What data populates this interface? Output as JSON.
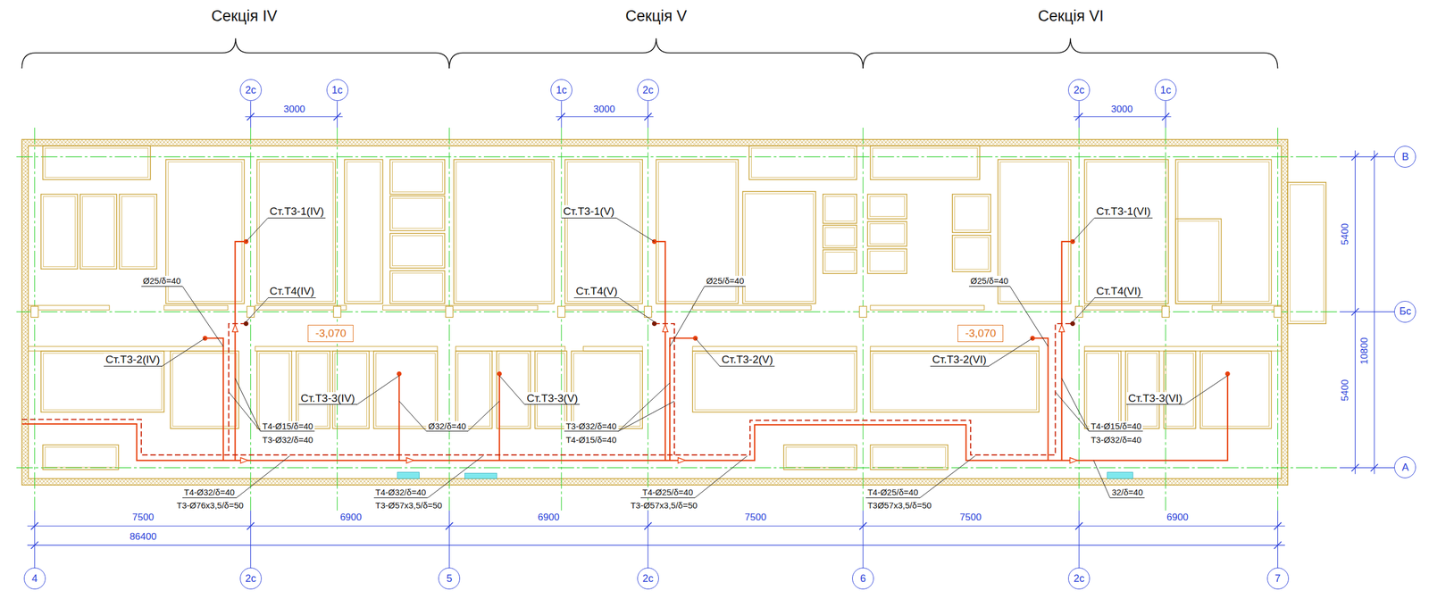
{
  "diagram": {
    "nodes": [
      {
        "text": [
          "2с"
        ]
      },
      {
        "text": [
          "1с"
        ]
      },
      {
        "text": [
          "1с"
        ]
      },
      {
        "text": [
          "2с"
        ]
      },
      {
        "text": [
          "2с"
        ]
      },
      {
        "text": [
          "1с"
        ]
      },
      {
        "text": [
          "В"
        ]
      },
      {
        "text": [
          "Бс"
        ]
      },
      {
        "text": [
          "-3,070"
        ]
      },
      {
        "text": [
          "-3,070"
        ]
      },
      {
        "text": [
          "А"
        ]
      },
      {
        "text": [
          "4"
        ]
      },
      {
        "text": [
          "2с"
        ]
      },
      {
        "text": [
          "5"
        ]
      },
      {
        "text": [
          "2с"
        ]
      },
      {
        "text": [
          "6"
        ]
      },
      {
        "text": [
          "2с"
        ]
      },
      {
        "text": [
          "7"
        ]
      }
    ],
    "labels": [
      "Секція IV",
      "Секція V",
      "Секція VI",
      "3000",
      "3000",
      "3000",
      "5400",
      "5400",
      "10800",
      "Ст.Т3-1(IV)",
      "Ст.Т4(IV)",
      "Ст.Т3-2(IV)",
      "Ст.Т3-3(IV)",
      "Ст.Т3-3(V)",
      "Ст.Т3-1(V)",
      "Ст.Т4(V)",
      "Ст.Т3-2(V)",
      "Ст.Т3-1(VI)",
      "Ст.Т4(VI)",
      "Ст.Т3-2(VI)",
      "Ст.Т3-3(VI)",
      "Ø25/δ=40",
      "Ø25/δ=40",
      "Ø25/δ=40",
      "Т4-Ø15/δ=40",
      "Т3-Ø32/δ=40",
      "Ø32/δ=40",
      "Т3-Ø32/δ=40",
      "Т4-Ø15/δ=40",
      "Т4-Ø15/δ=40",
      "Т3-Ø32/δ=40",
      "Т4-Ø32/δ=40",
      "Т3-Ø76x3,5/δ=50",
      "Т4-Ø32/δ=40",
      "Т3-Ø57x3,5/δ=50",
      "Т4-Ø25/δ=40",
      "Т3-Ø57x3,5/δ=50",
      "Т4-Ø25/δ=40",
      "Т3Ø57x3,5/δ=50",
      "32/δ=40",
      "7500",
      "6900",
      "6900",
      "7500",
      "7500",
      "6900",
      "86400"
    ]
  }
}
